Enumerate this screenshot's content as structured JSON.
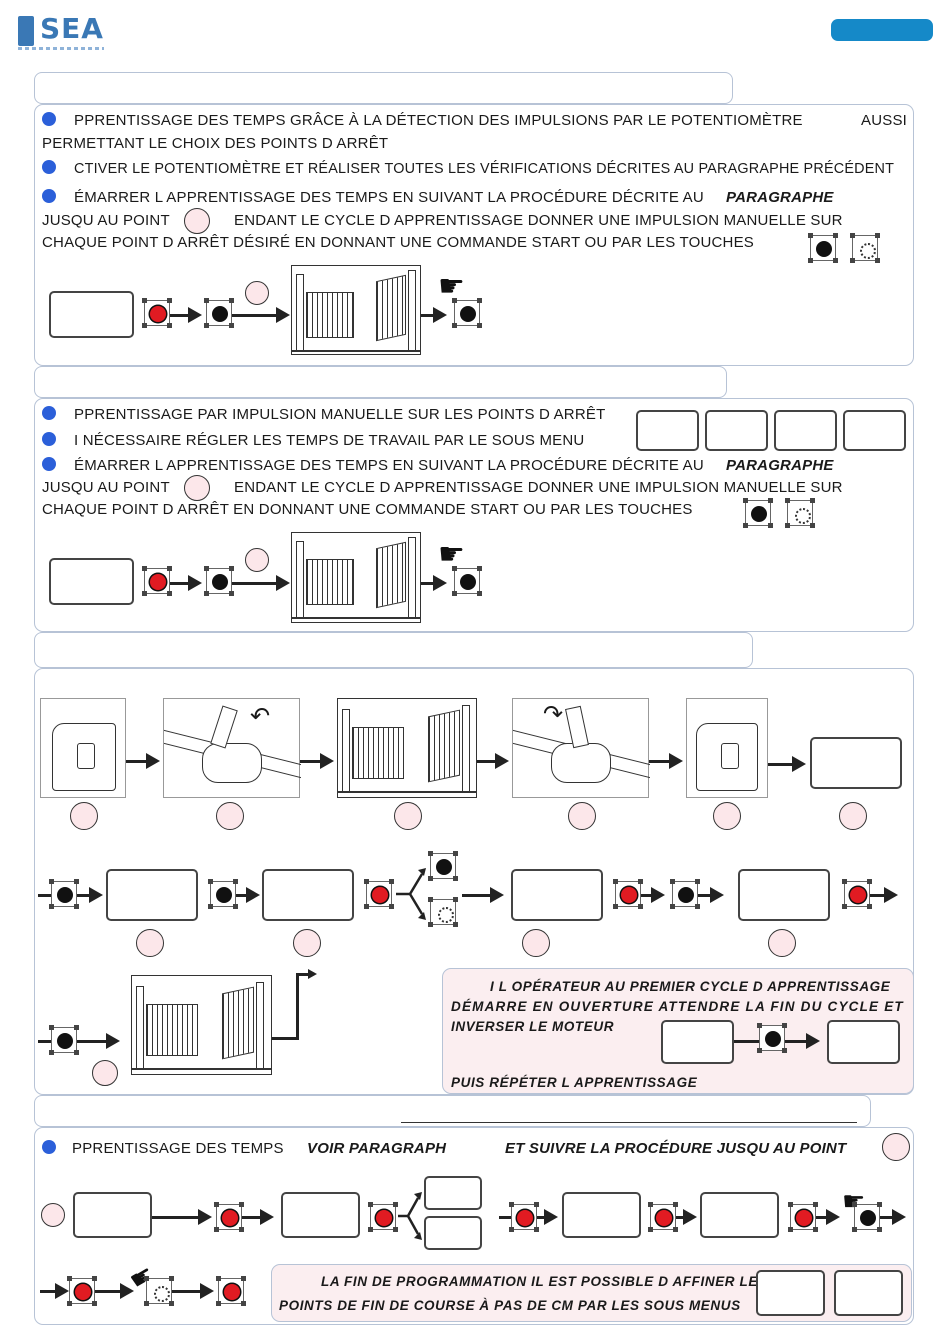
{
  "section1": {
    "b1": "PPRENTISSAGE DES TEMPS GRÂCE À LA DÉTECTION DES IMPULSIONS PAR LE POTENTIOMÈTRE",
    "b1_tail": "AUSSI",
    "b1_line2": "PERMETTANT LE CHOIX DES POINTS D ARRÊT",
    "b2": "CTIVER LE POTENTIOMÈTRE ET RÉALISER TOUTES LES VÉRIFICATIONS DÉCRITES AU PARAGRAPHE PRÉCÉDENT",
    "b3": "ÉMARRER L APPRENTISSAGE DES TEMPS EN SUIVANT LA PROCÉDURE DÉCRITE AU",
    "b3_em": "PARAGRAPHE",
    "l2a": "JUSQU AU  POINT",
    "l2b": "ENDANT  LE  CYCLE  D APPRENTISSAGE  DONNER  UNE  IMPULSION  MANUELLE  SUR",
    "l3": "CHAQUE POINT D ARRÊT DÉSIRÉ  EN DONNANT UNE COMMANDE    START    OU PAR LES TOUCHES"
  },
  "section2": {
    "b1": "PPRENTISSAGE PAR IMPULSION MANUELLE SUR LES POINTS D ARRÊT",
    "b2": "I NÉCESSAIRE  RÉGLER LES TEMPS DE TRAVAIL PAR LE SOUS MENU",
    "b3": "ÉMARRER L APPRENTISSAGE DES TEMPS EN SUIVANT LA PROCÉDURE DÉCRITE AU",
    "b3_em": "PARAGRAPHE",
    "l2a": "JUSQU AU  POINT",
    "l2b": "ENDANT  LE  CYCLE  D APPRENTISSAGE  DONNER  UNE  IMPULSION  MANUELLE  SUR",
    "l3": "CHAQUE POINT D ARRÊT  EN DONNANT UNE COMMANDE    START    OU PAR LES TOUCHES"
  },
  "section3": {
    "note_l1": "I L OPÉRATEUR  AU PREMIER CYCLE D APPRENTISSAGE",
    "note_l2": "DÉMARRE  EN  OUVERTURE   ATTENDRE  LA  FIN  DU  CYCLE  ET",
    "note_l3": "INVERSER LE MOTEUR",
    "note_l4": "PUIS RÉPÉTER L APPRENTISSAGE"
  },
  "section4": {
    "b1": "PPRENTISSAGE DES TEMPS",
    "b1_em": "VOIR PARAGRAPH",
    "b1_em2": "ET SUIVRE LA PROCÉDURE JUSQU AU POINT",
    "note_l1": "LA FIN DE PROGRAMMATION IL EST POSSIBLE D AFFINER LES",
    "note_l2": "POINTS DE FIN DE COURSE À PAS DE     CM PAR LES SOUS MENUS"
  }
}
